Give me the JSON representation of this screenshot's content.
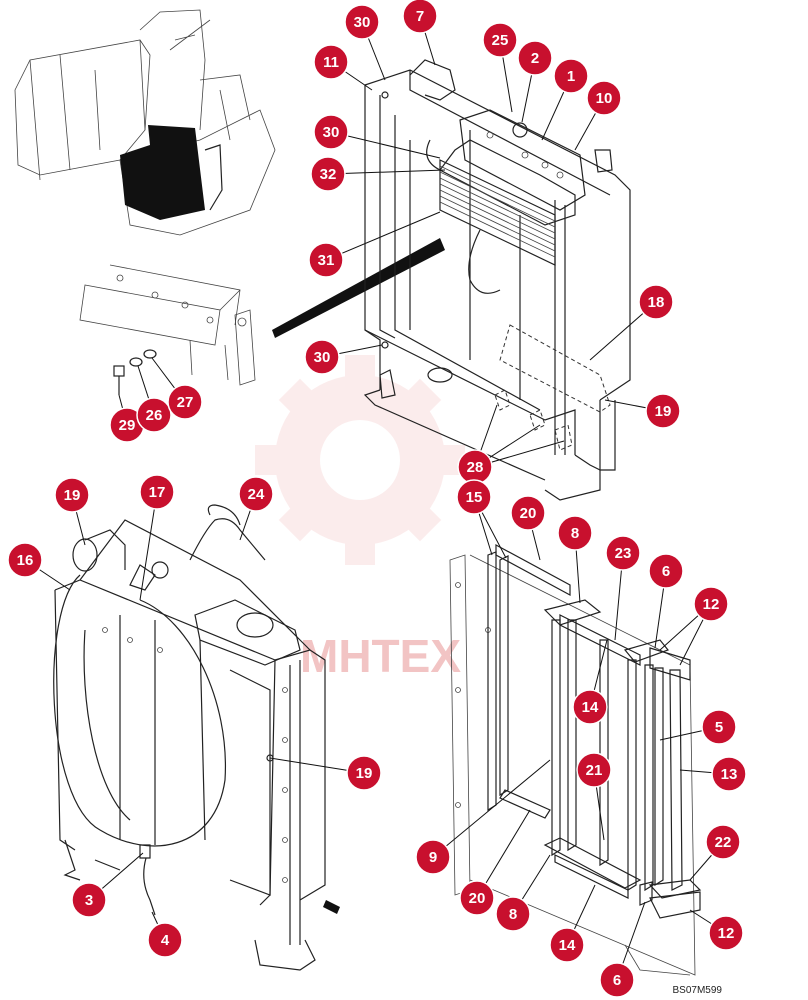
{
  "watermark": "MHTEX",
  "drawing_code": "BS07M599",
  "callouts": [
    "30",
    "7",
    "25",
    "2",
    "1",
    "10",
    "11",
    "30",
    "32",
    "31",
    "18",
    "30",
    "19",
    "29",
    "26",
    "27",
    "28",
    "19",
    "17",
    "24",
    "16",
    "15",
    "20",
    "8",
    "23",
    "6",
    "12",
    "14",
    "5",
    "19",
    "21",
    "13",
    "9",
    "3",
    "20",
    "8",
    "22",
    "14",
    "12",
    "4",
    "6"
  ]
}
